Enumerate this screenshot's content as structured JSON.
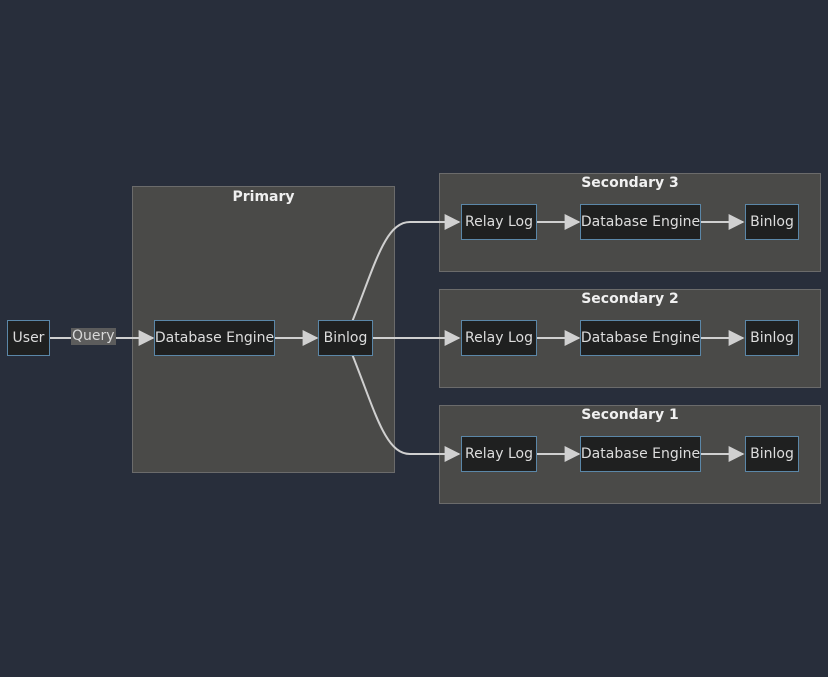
{
  "colors": {
    "background": "#282e3b",
    "cluster_fill": "#4a4a48",
    "node_fill": "#1f2020",
    "node_border": "#5b87a8",
    "edge": "#d0d0d0",
    "text": "#dddddd"
  },
  "clusters": {
    "primary": {
      "title": "Primary"
    },
    "secondary3": {
      "title": "Secondary 3"
    },
    "secondary2": {
      "title": "Secondary 2"
    },
    "secondary1": {
      "title": "Secondary 1"
    }
  },
  "nodes": {
    "user": "User",
    "primary_engine": "Database Engine",
    "primary_binlog": "Binlog",
    "s3_relay": "Relay Log",
    "s3_engine": "Database Engine",
    "s3_binlog": "Binlog",
    "s2_relay": "Relay Log",
    "s2_engine": "Database Engine",
    "s2_binlog": "Binlog",
    "s1_relay": "Relay Log",
    "s1_engine": "Database Engine",
    "s1_binlog": "Binlog"
  },
  "edges": {
    "query_label": "Query"
  }
}
